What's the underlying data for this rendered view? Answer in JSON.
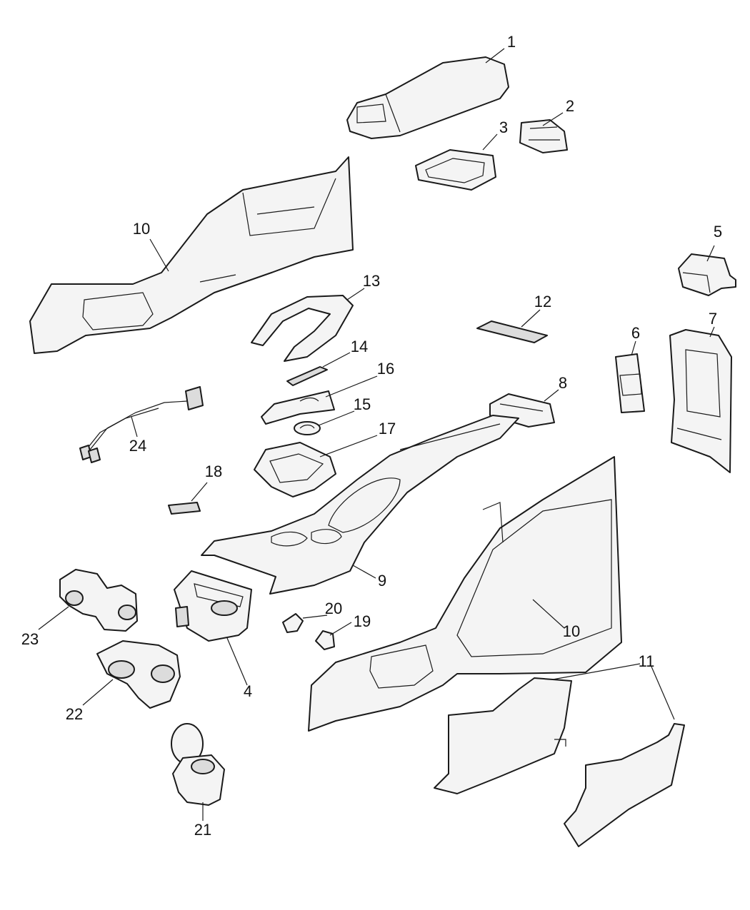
{
  "callouts": {
    "c1": "1",
    "c2": "2",
    "c3": "3",
    "c4": "4",
    "c5": "5",
    "c6": "6",
    "c7": "7",
    "c8": "8",
    "c9": "9",
    "c10a": "10",
    "c10b": "10",
    "c11": "11",
    "c12": "12",
    "c13": "13",
    "c14": "14",
    "c15": "15",
    "c16": "16",
    "c17": "17",
    "c18": "18",
    "c19": "19",
    "c20": "20",
    "c21": "21",
    "c22": "22",
    "c23": "23",
    "c24": "24"
  },
  "colors": {
    "line": "#1a1a1a",
    "fill": "#f4f4f4",
    "shade": "#dcdcdc",
    "background": "#ffffff"
  }
}
